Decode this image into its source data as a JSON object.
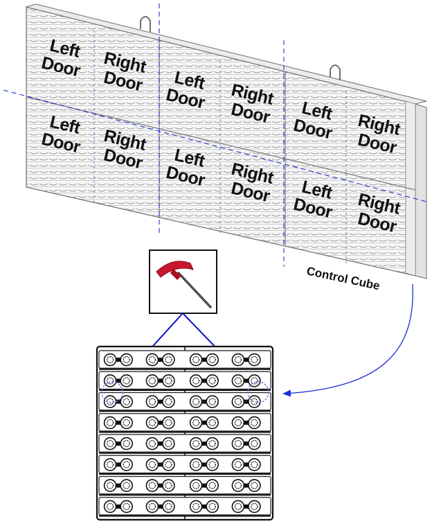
{
  "labels": {
    "left_door": [
      "Left",
      "Door"
    ],
    "right_door": [
      "Right",
      "Door"
    ],
    "control_cube": "Control Cube"
  },
  "display": {
    "door_columns": 6,
    "door_rows": 2,
    "door_pattern": [
      "left",
      "right",
      "left",
      "right",
      "left",
      "right"
    ]
  },
  "module_detail": {
    "rows": 8,
    "pixel_clusters_per_row": 8
  },
  "colors": {
    "guide_line": "#1f2fd6",
    "connector_line": "#0a14c8",
    "arrow": "#1a2bd8",
    "tool_handle": "#c8172e",
    "panel_outline": "#6d6d6d",
    "panel_fill": "#f4f4f4"
  },
  "icons": {
    "tool": "t-handle-hex-key-icon",
    "pointer": "curved-arrow-icon"
  }
}
